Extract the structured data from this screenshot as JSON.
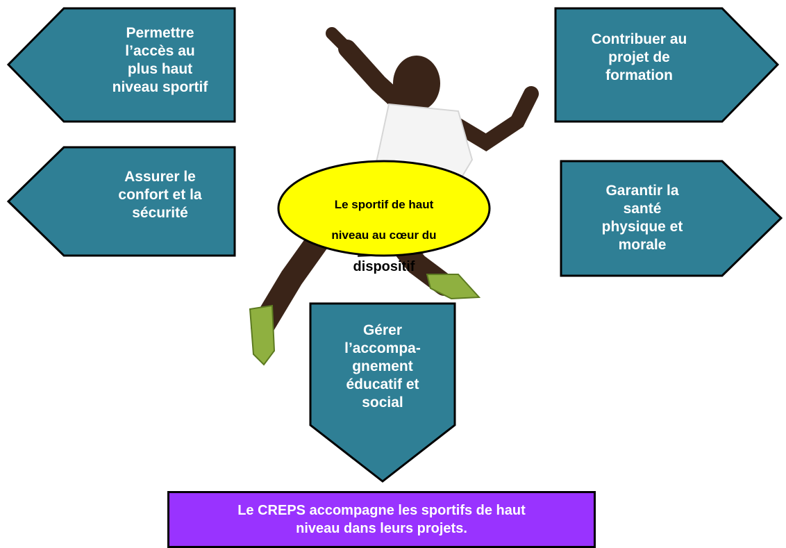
{
  "colors": {
    "arrow_fill": "#2f7f95",
    "ellipse_fill": "#ffff00",
    "footer_fill": "#9933ff",
    "text_light": "#ffffff",
    "text_dark": "#000000"
  },
  "center": {
    "line1": "Le sportif de haut",
    "line2": "niveau au cœur du",
    "line3": "dispositif"
  },
  "arrows": {
    "top_left": "Permettre\nl’accès au\nplus haut\nniveau sportif",
    "mid_left": "Assurer le\nconfort et la\nsécurité",
    "top_right": "Contribuer au\nprojet de\nformation",
    "mid_right": "Garantir la\nsanté\nphysique et\nmorale",
    "bottom": "Gérer\nl’accompa-\ngnement\néducatif et\nsocial"
  },
  "footer": {
    "text": "Le CREPS accompagne les sportifs de haut\nniveau dans leurs projets."
  },
  "image": {
    "icon": "running-athlete-illustration"
  }
}
